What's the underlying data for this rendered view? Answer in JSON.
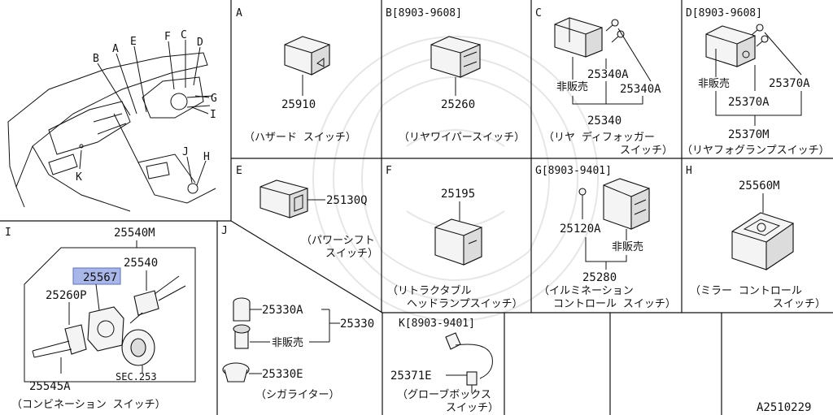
{
  "diagram": {
    "ref_code": "A2510229",
    "overview_labels": [
      "A",
      "B",
      "C",
      "D",
      "E",
      "F",
      "G",
      "H",
      "I",
      "J",
      "K"
    ],
    "panels": [
      {
        "id": "A",
        "header": "A",
        "parts": [
          "25910"
        ],
        "caption": [
          "（ハザード スイッチ）"
        ]
      },
      {
        "id": "B",
        "header": "B[8903-9608]",
        "parts": [
          "25260"
        ],
        "caption": [
          "（リヤワイパースイッチ）"
        ]
      },
      {
        "id": "C",
        "header": "C",
        "parts": [
          "25340A",
          "25340A",
          "25340"
        ],
        "note": "非販売",
        "caption": [
          "（リヤ ディフォッガー",
          "スイッチ）"
        ]
      },
      {
        "id": "D",
        "header": "D[8903-9608]",
        "parts": [
          "25370A",
          "25370A",
          "25370M"
        ],
        "note": "非販売",
        "caption": [
          "（リヤフォグランプスイッチ）"
        ]
      },
      {
        "id": "E",
        "header": "E",
        "parts": [
          "25130Q"
        ],
        "caption": [
          "（パワーシフト",
          "スイッチ）"
        ]
      },
      {
        "id": "F",
        "header": "F",
        "parts": [
          "25195"
        ],
        "caption": [
          "（リトラクタブル",
          "ヘッドランプスイッチ）"
        ]
      },
      {
        "id": "G",
        "header": "G[8903-9401]",
        "parts": [
          "25120A",
          "25280"
        ],
        "note": "非販売",
        "caption": [
          "（イルミネーション",
          "コントロール スイッチ）"
        ]
      },
      {
        "id": "H",
        "header": "H",
        "parts": [
          "25560M"
        ],
        "caption": [
          "（ミラー コントロール",
          "スイッチ）"
        ]
      },
      {
        "id": "I",
        "header": "I",
        "parts": [
          "25540M",
          "25540",
          "25567",
          "25260P",
          "25545A",
          "SEC.253"
        ],
        "caption": [
          "（コンビネーション スイッチ）"
        ]
      },
      {
        "id": "J",
        "header": "J",
        "parts": [
          "25330A",
          "25330",
          "25330E"
        ],
        "note": "非販売",
        "caption": [
          "（シガライター）"
        ]
      },
      {
        "id": "K",
        "header": "K[8903-9401]",
        "parts": [
          "25371E"
        ],
        "caption": [
          "（グローブボックス",
          "スイッチ）"
        ]
      }
    ]
  }
}
